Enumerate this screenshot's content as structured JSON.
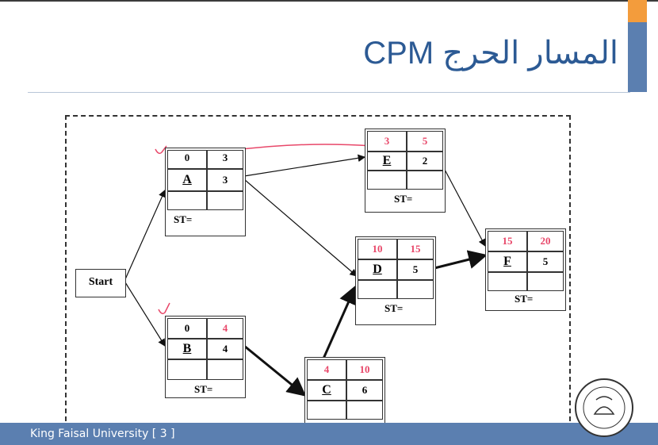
{
  "title": "المسار الحرج CPM",
  "footer": "King Faisal University [   3  ]",
  "start_label": "Start",
  "st_label": "ST=",
  "nodes": {
    "A": {
      "name": "A",
      "es": "0",
      "dur_top": "3",
      "dur": "3"
    },
    "B": {
      "name": "B",
      "es": "0",
      "dur_top": "4",
      "dur": "4"
    },
    "C": {
      "name": "C",
      "es": "4",
      "dur_top": "10",
      "dur": "6"
    },
    "D": {
      "name": "D",
      "es": "10",
      "dur_top": "15",
      "dur": "5"
    },
    "E": {
      "name": "E",
      "es": "3",
      "dur_top": "5",
      "dur": "2"
    },
    "F": {
      "name": "F",
      "es": "15",
      "dur_top": "20",
      "dur": "5"
    }
  },
  "colors": {
    "accent": "#5b7fb0",
    "orange": "#f39c3c",
    "annotation": "#e8486a"
  }
}
